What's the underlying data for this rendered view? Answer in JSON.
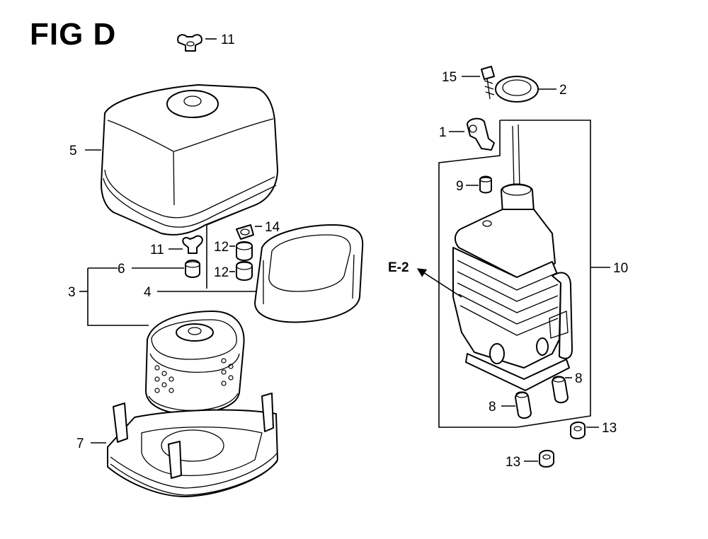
{
  "figure": {
    "title": "FIG D"
  },
  "callouts": {
    "c1": "1",
    "c2": "2",
    "c3": "3",
    "c4": "4",
    "c5": "5",
    "c6": "6",
    "c7": "7",
    "c8a": "8",
    "c8b": "8",
    "c9": "9",
    "c10": "10",
    "c11a": "11",
    "c11b": "11",
    "c12a": "12",
    "c12b": "12",
    "c13a": "13",
    "c13b": "13",
    "c14": "14",
    "c15": "15"
  },
  "reference": {
    "label": "E-2"
  }
}
